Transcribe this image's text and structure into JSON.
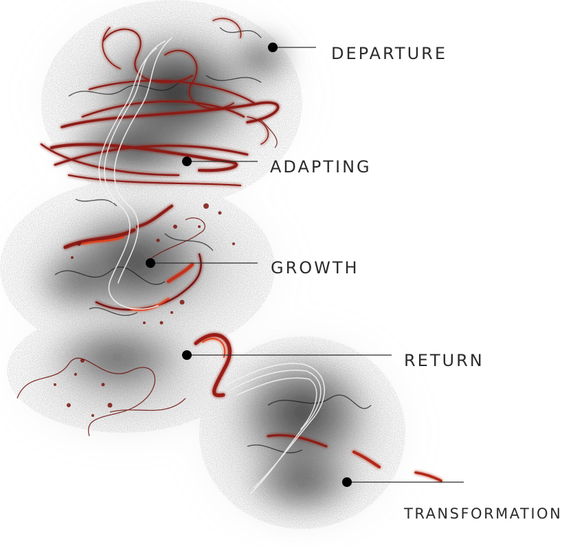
{
  "stages": [
    {
      "id": "departure",
      "label": "DEPARTURE"
    },
    {
      "id": "adapting",
      "label": "ADAPTING"
    },
    {
      "id": "growth",
      "label": "GROWTH"
    },
    {
      "id": "return",
      "label": "RETURN"
    },
    {
      "id": "transformation",
      "label": "TRANSFORMATION"
    }
  ],
  "colors": {
    "background": "#ffffff",
    "smoke": "#2a2a2a",
    "accent_red": "#8b1a14",
    "glow_red": "#e2421c",
    "marker": "#000000",
    "text": "#2b2b2b"
  }
}
